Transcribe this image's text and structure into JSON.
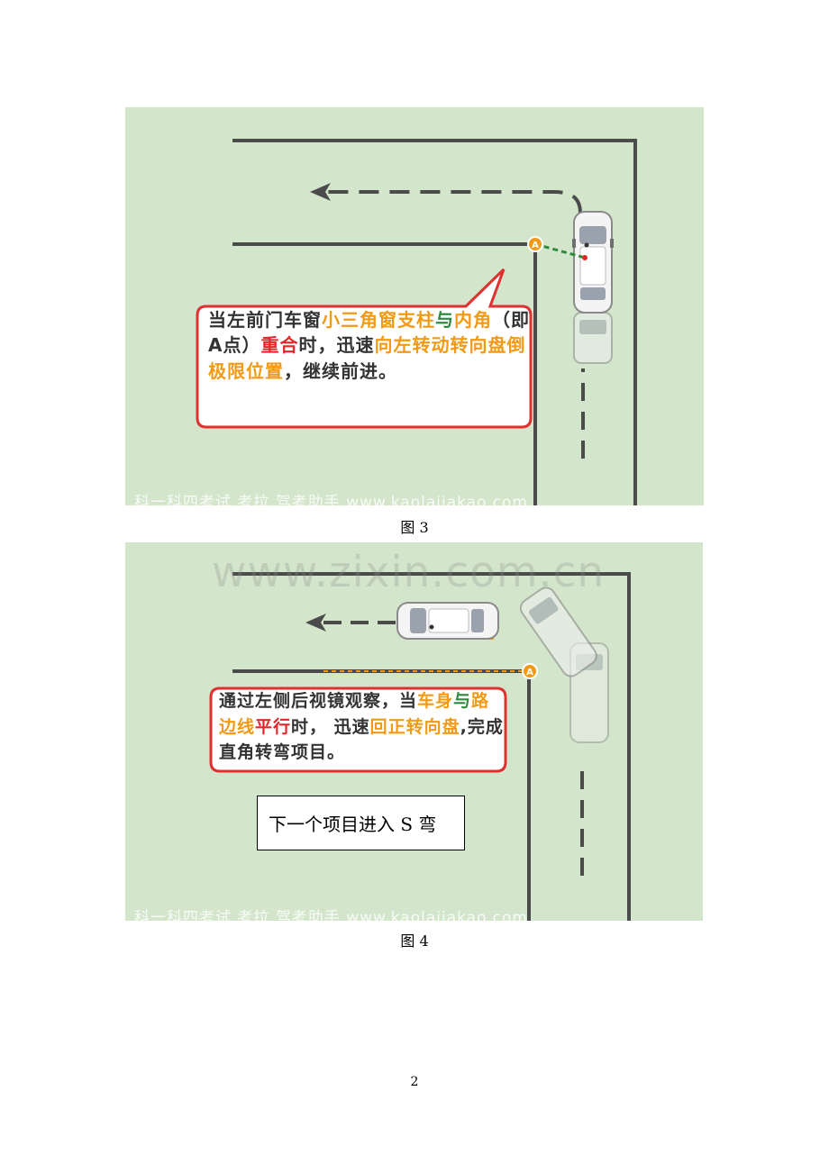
{
  "figure3": {
    "caption": "图 3",
    "marker_label": "A",
    "callout_segments": [
      {
        "text": "当左前门车窗",
        "color": "dark"
      },
      {
        "text": "小三角窗支柱",
        "color": "orange"
      },
      {
        "text": "与",
        "color": "green"
      },
      {
        "text": "内角",
        "color": "orange"
      },
      {
        "text": "（即A点）",
        "color": "dark"
      },
      {
        "text": "重合",
        "color": "red"
      },
      {
        "text": "时，迅速",
        "color": "dark"
      },
      {
        "text": "向左转动转向盘倒极限位置",
        "color": "orange"
      },
      {
        "text": "，继续前进。",
        "color": "dark"
      }
    ],
    "watermark": "科一科四考试 考拉 驾考助手 www.kaolajiakao.com"
  },
  "figure4": {
    "caption": "图 4",
    "marker_label": "A",
    "callout_segments": [
      {
        "text": "通过左侧后视镜观察，当",
        "color": "dark"
      },
      {
        "text": "车身",
        "color": "orange"
      },
      {
        "text": "与",
        "color": "green"
      },
      {
        "text": "路边线",
        "color": "orange"
      },
      {
        "text": "平行",
        "color": "red"
      },
      {
        "text": "时， 迅速",
        "color": "dark"
      },
      {
        "text": "回正转向盘",
        "color": "orange"
      },
      {
        "text": ",完成直角转弯项目。",
        "color": "dark"
      }
    ],
    "next_note": "下一个项目进入 S 弯",
    "site_watermark": "www.zixin.com.cn",
    "watermark": "科一科四考试 考拉 驾考助手 www.kaolajiakao.com"
  },
  "page_number": "2"
}
